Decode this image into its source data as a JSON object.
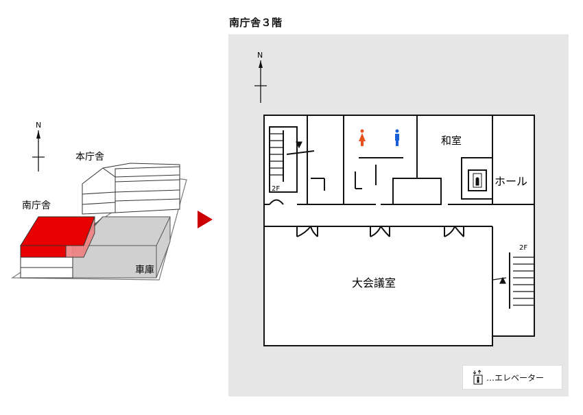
{
  "plan": {
    "title": "南庁舎３階",
    "north": "N",
    "rooms": {
      "washitsu": "和室",
      "hall": "ホール",
      "daikaigishitsu": "大会議室"
    },
    "stairs_label_left": "2F",
    "stairs_label_right": "2F"
  },
  "overview": {
    "north": "N",
    "main_building": "本庁舎",
    "south_building": "南庁舎",
    "garage": "車庫",
    "highlight_color": "#e80000"
  },
  "legend": {
    "elevator": "…エレベーター"
  },
  "colors": {
    "arrow": "#cc0000",
    "women_icon": "#e8501e",
    "men_icon": "#1a5fd6"
  }
}
